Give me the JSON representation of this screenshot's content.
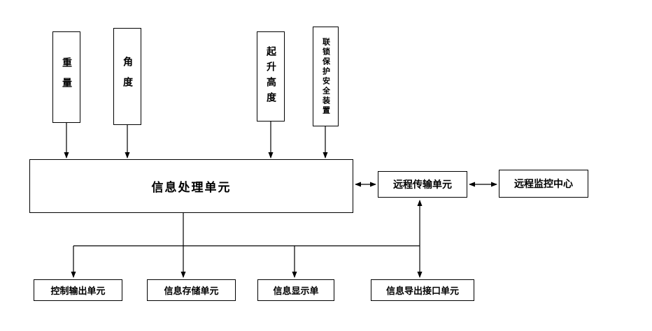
{
  "diagram": {
    "sensors": [
      {
        "label": "重量"
      },
      {
        "label": "角度"
      },
      {
        "label": "起升高度"
      },
      {
        "label": "联锁保护安全装置"
      }
    ],
    "processor": {
      "label": "信息处理单元"
    },
    "remote_transmission": {
      "label": "远程传输单元"
    },
    "remote_monitoring": {
      "label": "远程监控中心"
    },
    "outputs": [
      {
        "label": "控制输出单元"
      },
      {
        "label": "信息存储单元"
      },
      {
        "label": "信息显示单"
      },
      {
        "label": "信息导出接口单元"
      }
    ],
    "colors": {
      "line": "#000000",
      "box_border": "#000000",
      "background": "#ffffff"
    }
  }
}
